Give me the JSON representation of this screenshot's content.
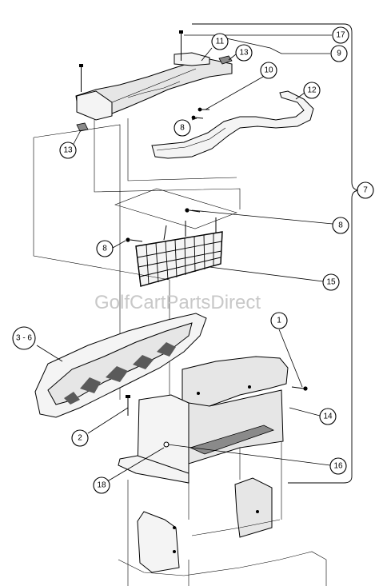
{
  "watermark": "GolfCartPartsDirect",
  "callouts": {
    "c17": "17",
    "c11": "11",
    "c13a": "13",
    "c9": "9",
    "c10": "10",
    "c12": "12",
    "c8a": "8",
    "c13b": "13",
    "c7": "7",
    "c8b": "8",
    "c8c": "8",
    "c15": "15",
    "c1": "1",
    "c36": "3 - 6",
    "c14": "14",
    "c2": "2",
    "c16": "16",
    "c18": "18"
  }
}
